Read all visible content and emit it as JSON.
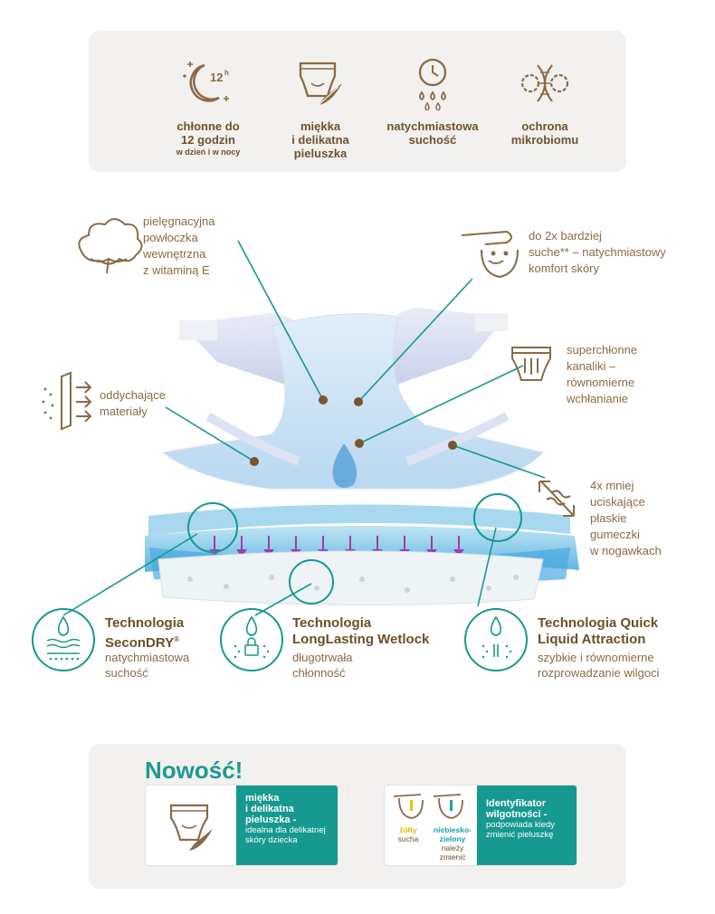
{
  "features": [
    {
      "title": "chłonne do\n12 godzin",
      "sub": "w dzień i w nocy",
      "icon": "moon-12h-icon"
    },
    {
      "title": "miękka\ni delikatna\npieluszka",
      "sub": "",
      "icon": "diaper-feather-icon"
    },
    {
      "title": "natychmiastowa\nsuchość",
      "sub": "",
      "icon": "clock-drops-icon"
    },
    {
      "title": "ochrona\nmikrobiomu",
      "sub": "",
      "icon": "dna-gears-icon"
    }
  ],
  "badge_12h": "12",
  "badge_12h_sup": "h",
  "callouts": {
    "coating": "pielęgnacyjna\npowłoczka\nwewnętrzna\nz witaminą E",
    "dry": "do 2x bardziej\nsuche** – natychmiastowy\nkomfort skóry",
    "channels": "superchłonne\nkanaliki –\nrównomierne\nwchłanianie",
    "breathable": "oddychające\nmateriały",
    "elastic": "4x mniej\nuciskające\npłaskie\ngumeczki\nw nogawkach"
  },
  "technologies": [
    {
      "title_line1": "Technologia",
      "title_line2": "SeconDRY",
      "reg": "®",
      "sub": "natychmiastowa\nsuchość"
    },
    {
      "title_line1": "Technologia",
      "title_line2": "LongLasting Wetlock",
      "sub": "długotrwała\nchłonność"
    },
    {
      "title_line1": "Technologia Quick",
      "title_line2": "Liquid Attraction",
      "sub": "szybkie i równomierne\nrozprowadzanie wilgoci"
    }
  ],
  "bottom": {
    "heading": "Nowość!",
    "card1": {
      "bold": "miękka\ni delikatna\npieluszka -",
      "small": "idealna dla delikatnej\nskóry dziecka"
    },
    "card2": {
      "bold": "Identyfikator\nwilgotności -",
      "small": "podpowiada kiedy\nzmienić pieluszkę",
      "label_yellow": "żółty",
      "label_yellow_sub": "sucha",
      "label_blue": "niebiesko-\nzielony",
      "label_blue_sub": "należy\nzmienić"
    }
  },
  "colors": {
    "brown": "#8a6a48",
    "teal": "#16998e",
    "panel": "#f2f1f0"
  }
}
